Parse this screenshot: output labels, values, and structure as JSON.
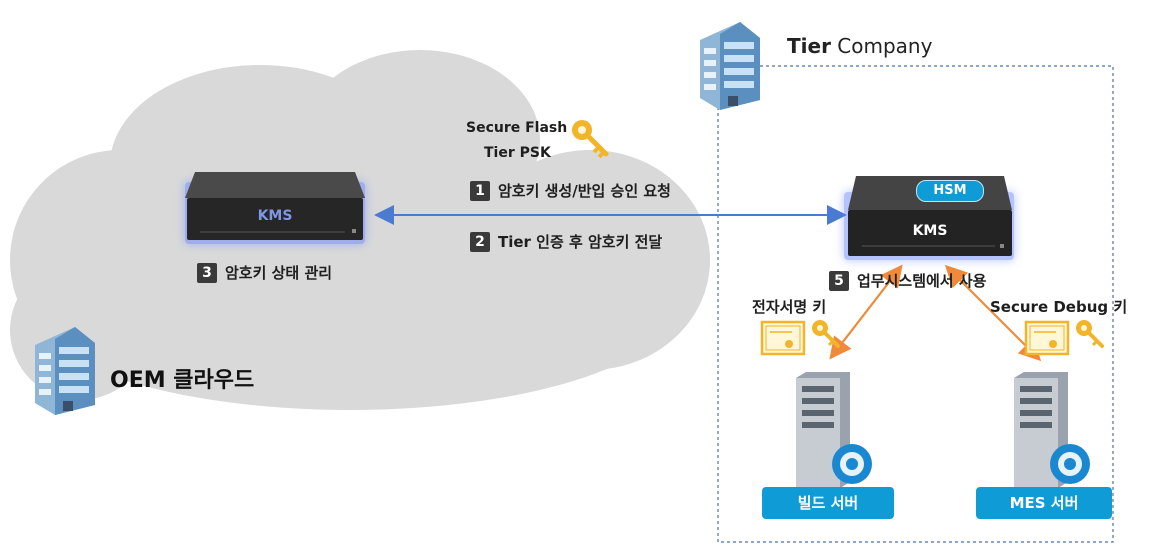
{
  "tier": {
    "brand": "Tier",
    "suffix": "Company"
  },
  "oem": {
    "label": "OEM 클라우드"
  },
  "top_key": {
    "line1": "Secure Flash",
    "line2": "Tier PSK"
  },
  "steps": [
    {
      "num": "1",
      "text": "암호키 생성/반입 승인 요청"
    },
    {
      "num": "2",
      "text": "Tier 인증 후 암호키 전달"
    },
    {
      "num": "3",
      "text": "암호키 상태 관리"
    },
    {
      "num": "5",
      "text": "업무시스템에서 사용"
    }
  ],
  "kms_left": {
    "label": "KMS"
  },
  "kms_right": {
    "label": "KMS",
    "hsm": "HSM"
  },
  "key_labels": {
    "sign": "전자서명 키",
    "debug": "Secure Debug 키"
  },
  "servers": [
    {
      "label": "빌드 서버"
    },
    {
      "label": "MES 서버"
    }
  ],
  "colors": {
    "blue_arrow": "#4a7bd0",
    "orange_arrow": "#f08a3a",
    "accent": "#0f9bd6",
    "cloud": "#d9d9d9",
    "gold": "#f2b529"
  }
}
